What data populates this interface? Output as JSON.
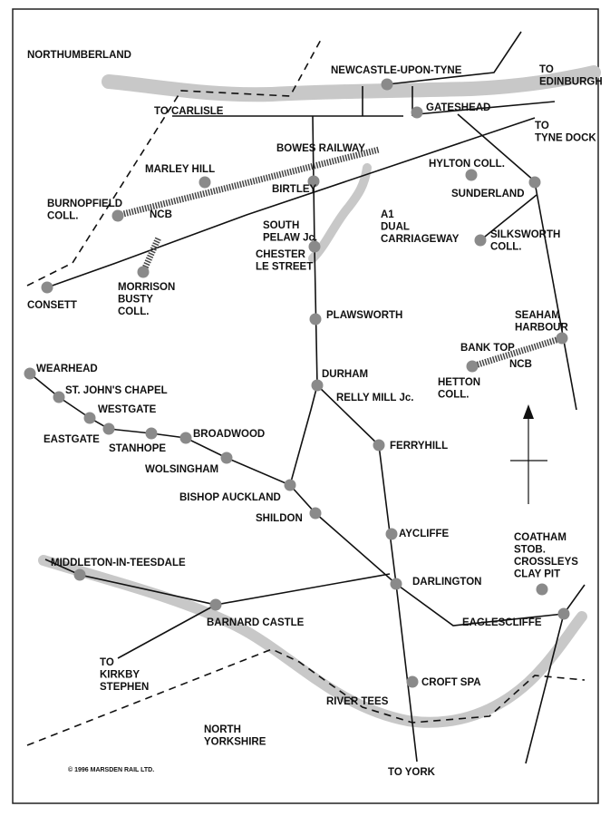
{
  "map": {
    "colors": {
      "river": "#c8c8c8",
      "station": "#8a8a8a",
      "line": "#111111"
    },
    "regions": [
      [
        "NORTHUMBERLAND"
      ],
      [
        "NORTH",
        "YORKSHIRE"
      ]
    ],
    "destinations": [
      [
        "TO CARLISLE"
      ],
      [
        "TO",
        "EDINBURGH"
      ],
      [
        "TO",
        "TYNE DOCK"
      ],
      [
        "TO",
        "KIRKBY",
        "STEPHEN"
      ],
      [
        "TO YORK"
      ]
    ],
    "features": [
      [
        "BOWES RAILWAY"
      ],
      [
        "NCB"
      ],
      [
        "NCB"
      ],
      [
        "A1",
        "DUAL",
        "CARRIAGEWAY"
      ],
      [
        "RIVER TEES"
      ],
      [
        "SOUTH",
        "PELAW Jc."
      ],
      [
        "RELLY MILL Jc."
      ],
      [
        "BANK TOP"
      ]
    ],
    "stations": [
      [
        "NEWCASTLE-UPON-TYNE"
      ],
      [
        "GATESHEAD"
      ],
      [
        "MARLEY HILL"
      ],
      [
        "BURNOPFIELD",
        "COLL."
      ],
      [
        "BIRTLEY"
      ],
      [
        "CHESTER",
        "LE STREET"
      ],
      [
        "HYLTON COLL."
      ],
      [
        "SUNDERLAND"
      ],
      [
        "SILKSWORTH",
        "COLL."
      ],
      [
        "CONSETT"
      ],
      [
        "MORRISON",
        "BUSTY",
        "COLL."
      ],
      [
        "PLAWSWORTH"
      ],
      [
        "SEAHAM",
        "HARBOUR"
      ],
      [
        "HETTON",
        "COLL."
      ],
      [
        "WEARHEAD"
      ],
      [
        "ST. JOHN'S CHAPEL"
      ],
      [
        "WESTGATE"
      ],
      [
        "EASTGATE"
      ],
      [
        "STANHOPE"
      ],
      [
        "BROADWOOD"
      ],
      [
        "WOLSINGHAM"
      ],
      [
        "DURHAM"
      ],
      [
        "FERRYHILL"
      ],
      [
        "BISHOP AUCKLAND"
      ],
      [
        "SHILDON"
      ],
      [
        "AYCLIFFE"
      ],
      [
        "DARLINGTON"
      ],
      [
        "COATHAM",
        "STOB.",
        "CROSSLEYS",
        "CLAY PIT"
      ],
      [
        "EAGLESCLIFFE"
      ],
      [
        "MIDDLETON-IN-TEESDALE"
      ],
      [
        "BARNARD CASTLE"
      ],
      [
        "CROFT SPA"
      ]
    ],
    "copyright": "© 1996 MARSDEN RAIL LTD."
  }
}
